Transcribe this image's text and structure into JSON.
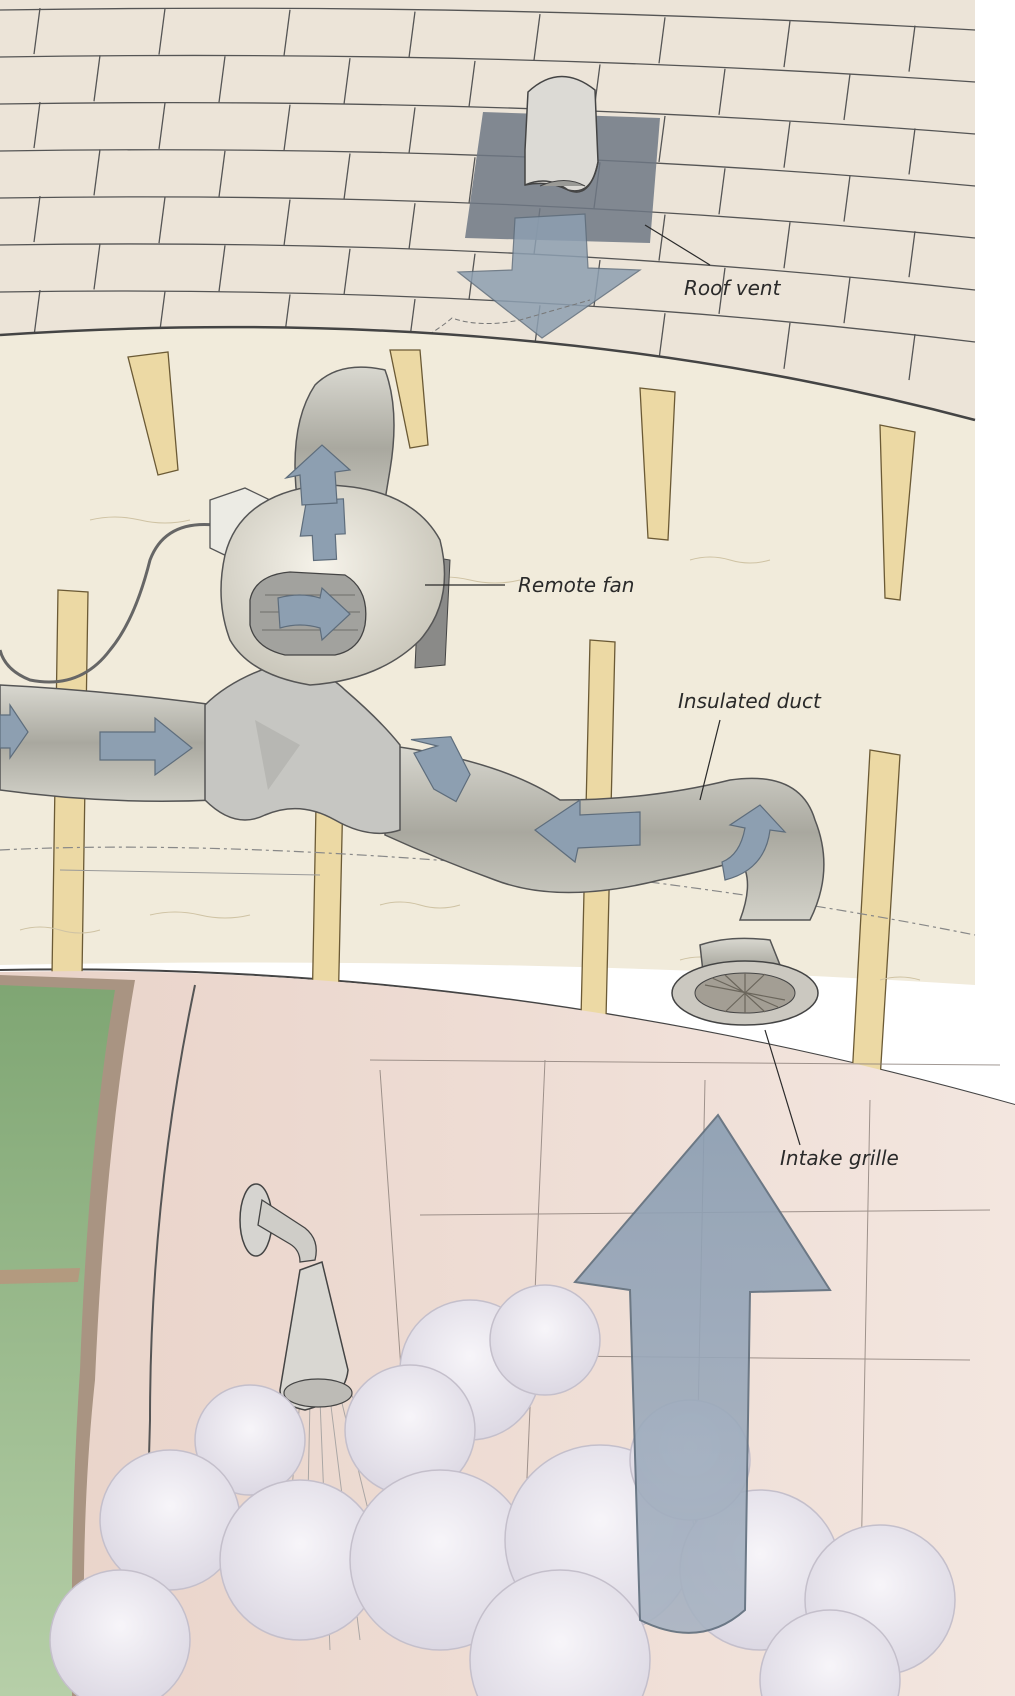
{
  "labels": {
    "roof_vent": "Roof vent",
    "remote_fan": "Remote fan",
    "insulated_duct": "Insulated duct",
    "intake_grille": "Intake grille"
  },
  "colors": {
    "shingle": "#ece4d8",
    "shingle_shade": "#e2d6c6",
    "attic": "#f1ebdb",
    "rafter": "#ecd9a4",
    "insulation": "#f4efe0",
    "bathroom_wall": "#eedcd3",
    "window_glass": "#9fbf8f",
    "arrow": "#8d9fb1",
    "duct": "#bdbcb3",
    "steam": "#e9e6ee",
    "line": "#3a3a3a"
  },
  "icons": {
    "airflow_arrow": "arrow-icon",
    "fan": "fan-icon",
    "shower": "shower-head-icon"
  }
}
